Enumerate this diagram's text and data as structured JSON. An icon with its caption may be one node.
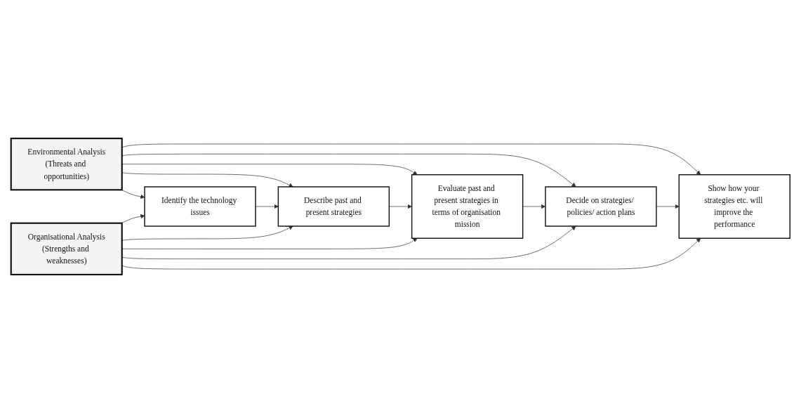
{
  "diagram": {
    "nodes": [
      {
        "text": [
          "Environmental Analysis",
          "(Threats and opportunities)"
        ]
      },
      {
        "text": [
          "Identify the technology issues"
        ]
      },
      {
        "text": [
          "Describe past and present strategies"
        ]
      },
      {
        "text": [
          "Evaluate past and present strategies in terms of organisation mission"
        ]
      },
      {
        "text": [
          "Decide on strategies/ policies/ action plans"
        ]
      },
      {
        "text": [
          "Show how your strategies etc. will improve the performance"
        ]
      },
      {
        "text": [
          "Organisational Analysis",
          "(Strengths and weaknesses)"
        ]
      }
    ],
    "edges": [
      {
        "from": 0,
        "to": 1,
        "arrow": "to"
      },
      {
        "from": 0,
        "to": 2,
        "arrow": "to"
      },
      {
        "from": 0,
        "to": 3,
        "arrow": "to"
      },
      {
        "from": 0,
        "to": 4,
        "arrow": "to"
      },
      {
        "from": 0,
        "to": 5,
        "arrow": "to"
      },
      {
        "from": 1,
        "to": 2,
        "arrow": "to"
      },
      {
        "from": 2,
        "to": 3,
        "arrow": "to"
      },
      {
        "from": 3,
        "to": 4,
        "arrow": "to"
      },
      {
        "from": 4,
        "to": 5,
        "arrow": "to"
      },
      {
        "from": 6,
        "to": 1,
        "arrow": "to"
      },
      {
        "from": 6,
        "to": 2,
        "arrow": "to"
      },
      {
        "from": 6,
        "to": 3,
        "arrow": "to"
      },
      {
        "from": 6,
        "to": 4,
        "arrow": "to"
      },
      {
        "from": 6,
        "to": 5,
        "arrow": "to"
      }
    ]
  }
}
